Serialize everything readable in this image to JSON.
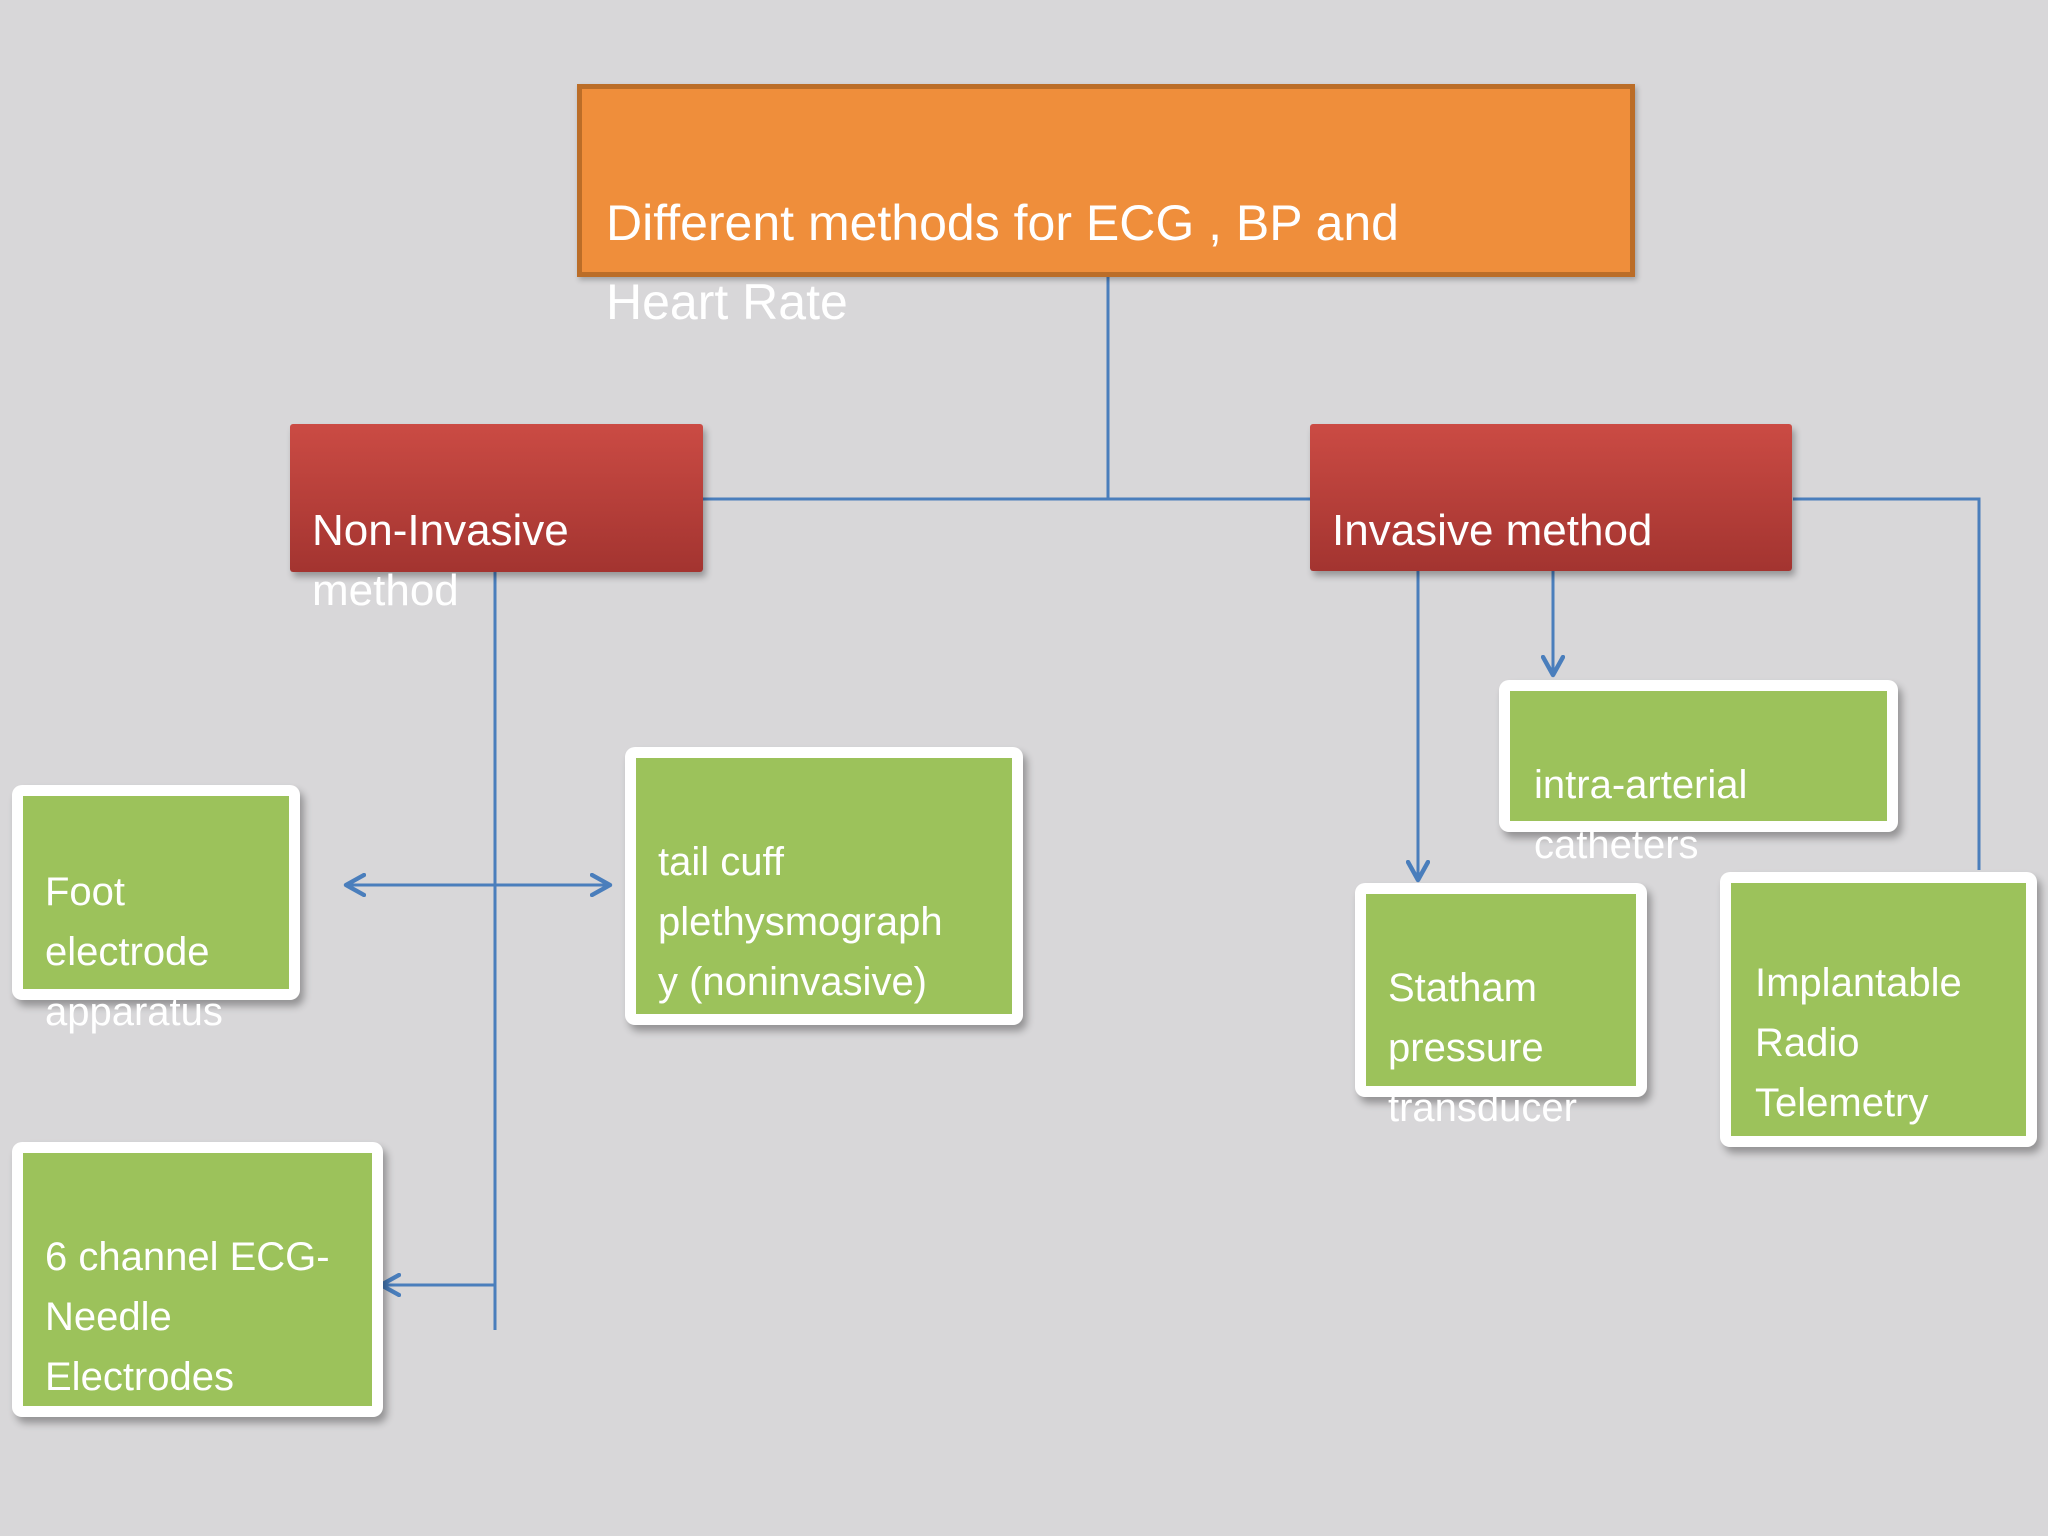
{
  "slide": {
    "background_color": "#d8d7d9",
    "connector_color": "#4a7ebc",
    "description": "Flowchart slide of ECG / BP / Heart-Rate measurement methods"
  },
  "palette": {
    "bg": "#d8d7d9",
    "orange": "#ef8e3b",
    "orange-border": "#bb6d28",
    "red-top": "#cb4b44",
    "red-bottom": "#a33430",
    "green": "#9cc25b",
    "box-border": "#ffffff",
    "blue": "#4a7ebc",
    "text": "#ffffff"
  },
  "title": {
    "text": "Different methods for ECG , BP and\nHeart Rate"
  },
  "branches": {
    "non_invasive": {
      "label": "Non-Invasive\nmethod"
    },
    "invasive": {
      "label": "Invasive method"
    }
  },
  "leaves": {
    "foot_electrode": {
      "label": "Foot\nelectrode\napparatus"
    },
    "tail_cuff": {
      "label": "tail cuff\nplethysmograph\ny (noninvasive)"
    },
    "six_channel": {
      "label": "6 channel ECG-\nNeedle\nElectrodes"
    },
    "intra_arterial": {
      "label": "intra-arterial\ncatheters"
    },
    "statham": {
      "label": "Statham\npressure\ntransducer"
    },
    "implantable": {
      "label": "Implantable\nRadio\nTelemetry"
    }
  }
}
